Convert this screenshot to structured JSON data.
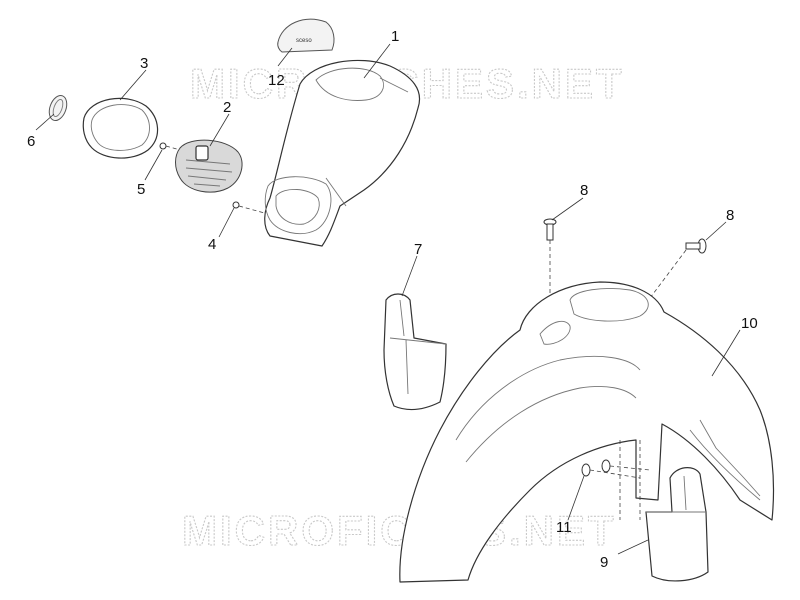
{
  "watermark": {
    "text": "MICROFICHES.NET"
  },
  "callouts": {
    "c1": "1",
    "c2": "2",
    "c3": "3",
    "c4": "4",
    "c5": "5",
    "c6": "6",
    "c7": "7",
    "c8a": "8",
    "c8b": "8",
    "c9": "9",
    "c10": "10",
    "c11": "11",
    "c12": "12"
  },
  "badge": {
    "text": "sceso"
  }
}
